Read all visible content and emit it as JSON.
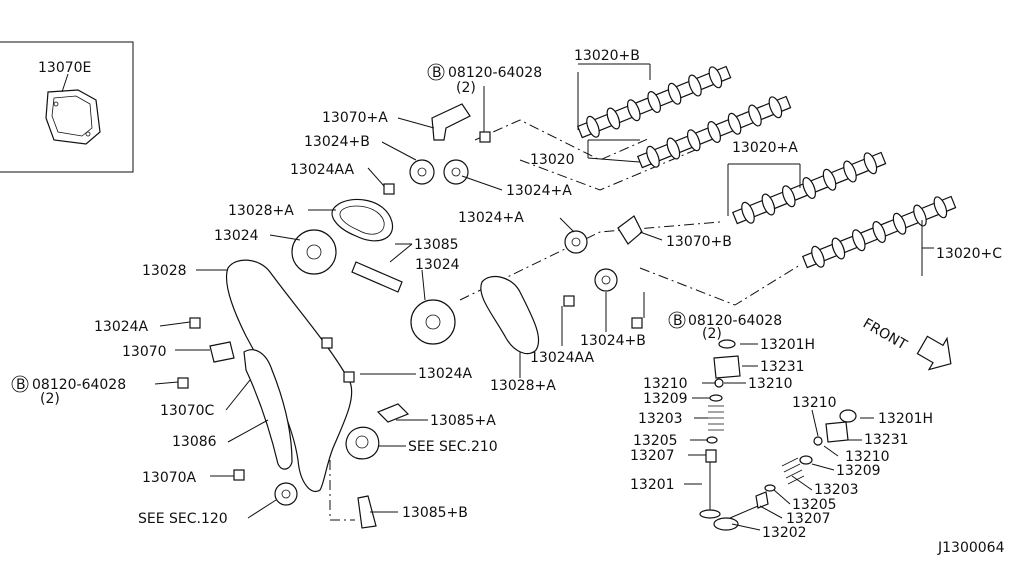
{
  "labels": {
    "p13070E": "13070E",
    "bolt_top": "08120-64028",
    "bolt_top_qty": "(2)",
    "p13070pA": "13070+A",
    "p13020pB": "13020+B",
    "p13024pB_top": "13024+B",
    "p13024AA_top": "13024AA",
    "p13020": "13020",
    "p13024pA_top": "13024+A",
    "p13020pA": "13020+A",
    "p13028pA_top": "13028+A",
    "p13024_left": "13024",
    "p13085": "13085",
    "p13024_mid": "13024",
    "p13024pA_mid": "13024+A",
    "p13070pB": "13070+B",
    "p13020pC": "13020+C",
    "p13028": "13028",
    "p13024A_left": "13024A",
    "bolt_mid": "08120-64028",
    "bolt_mid_qty": "(2)",
    "p13024pB_mid": "13024+B",
    "p13201H_1": "13201H",
    "p13070": "13070",
    "p13231_1": "13231",
    "bolt_left": "08120-64028",
    "bolt_left_qty": "(2)",
    "p13024AA_mid": "13024AA",
    "p13028pA_mid": "13028+A",
    "p13024A_mid": "13024A",
    "p13210_a": "13210",
    "p13210_b": "13210",
    "p13209_1": "13209",
    "p13070C": "13070C",
    "p13210_c": "13210",
    "p13201H_2": "13201H",
    "p13085pA": "13085+A",
    "p13203_1": "13203",
    "p13231_2": "13231",
    "p13086": "13086",
    "p13205_1": "13205",
    "see210": "SEE SEC.210",
    "p13210_d": "13210",
    "p13207_1": "13207",
    "p13209_2": "13209",
    "p13070A": "13070A",
    "p13203_2": "13203",
    "p13201": "13201",
    "p13205_2": "13205",
    "see120": "SEE SEC.120",
    "p13085pB": "13085+B",
    "p13207_2": "13207",
    "p13202": "13202",
    "front": "FRONT",
    "bolt_marker": "B",
    "diagram_id": "J1300064"
  }
}
